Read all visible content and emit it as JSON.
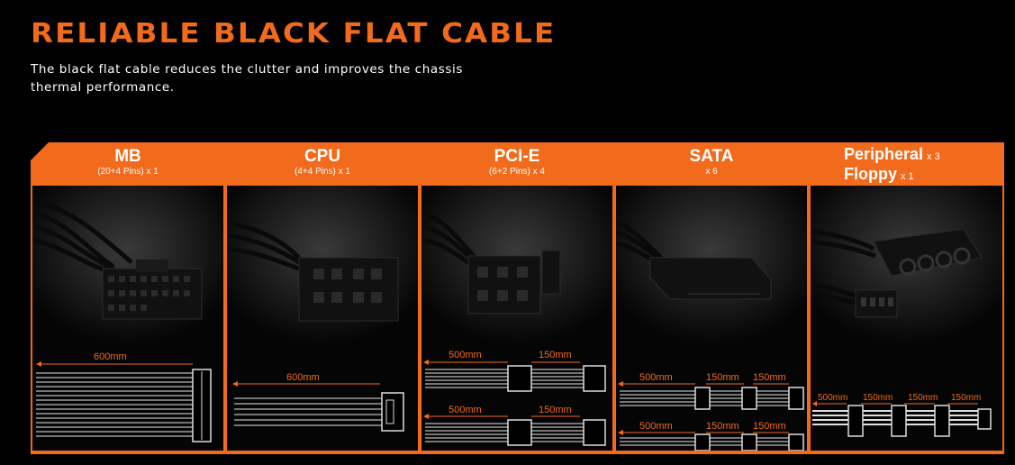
{
  "title": "RELIABLE BLACK FLAT CABLE",
  "subtitle": "The black flat cable reduces the clutter and improves the chassis thermal performance.",
  "accent_color": "#f26a1b",
  "columns": [
    {
      "name": "MB",
      "sub": "(20+4 Pins) x 1",
      "lengths": [
        "600mm"
      ]
    },
    {
      "name": "CPU",
      "sub": "(4+4 Pins) x 1",
      "lengths": [
        "600mm"
      ]
    },
    {
      "name": "PCI-E",
      "sub": "(6+2 Pins) x 4",
      "lengths": [
        "500mm",
        "150mm",
        "500mm",
        "150mm"
      ]
    },
    {
      "name": "SATA",
      "sub": "x 6",
      "lengths": [
        "500mm",
        "150mm",
        "150mm",
        "500mm",
        "150mm",
        "150mm"
      ]
    },
    {
      "name": "Peripheral",
      "mult": "x 3",
      "name2": "Floppy",
      "mult2": "x 1",
      "lengths": [
        "500mm",
        "150mm",
        "150mm",
        "150mm"
      ]
    }
  ]
}
